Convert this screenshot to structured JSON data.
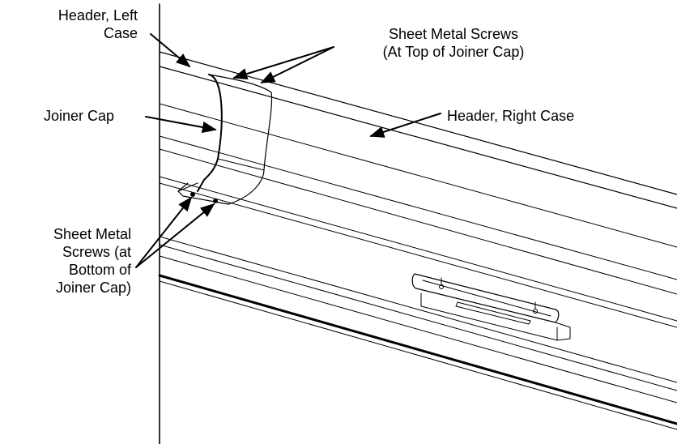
{
  "labels": {
    "header_left_case": [
      "Header, Left",
      "Case"
    ],
    "sheet_metal_screws_top": [
      "Sheet Metal Screws",
      "(At Top of Joiner Cap)"
    ],
    "joiner_cap": [
      "Joiner Cap"
    ],
    "header_right_case": [
      "Header, Right Case"
    ],
    "sheet_metal_screws_bottom": [
      "Sheet Metal",
      "Screws  (at",
      "Bottom of",
      "Joiner Cap)"
    ]
  },
  "colors": {
    "line": "#000000",
    "background": "#ffffff"
  }
}
